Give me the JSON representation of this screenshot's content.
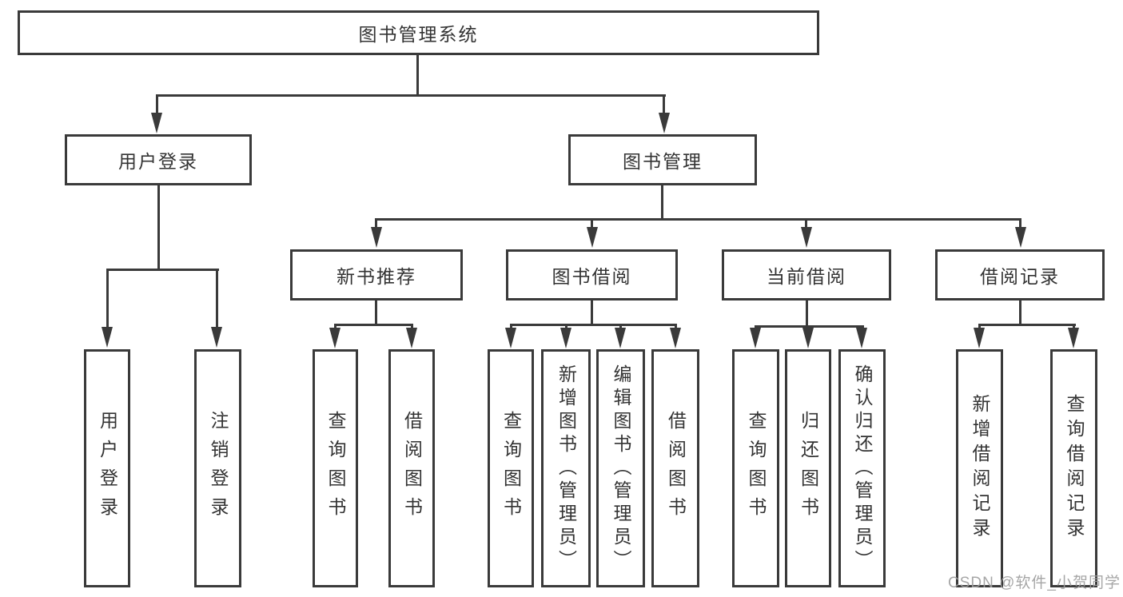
{
  "tree": {
    "root": {
      "label": "图书管理系统"
    },
    "children": [
      {
        "label": "用户登录",
        "children": [
          {
            "label": "用户登录"
          },
          {
            "label": "注销登录"
          }
        ]
      },
      {
        "label": "图书管理",
        "children": [
          {
            "label": "新书推荐",
            "children": [
              {
                "label": "查询图书"
              },
              {
                "label": "借阅图书"
              }
            ]
          },
          {
            "label": "图书借阅",
            "children": [
              {
                "label": "查询图书"
              },
              {
                "label": "新增图书（管理员）"
              },
              {
                "label": "编辑图书（管理员）"
              },
              {
                "label": "借阅图书"
              }
            ]
          },
          {
            "label": "当前借阅",
            "children": [
              {
                "label": "查询图书"
              },
              {
                "label": "归还图书"
              },
              {
                "label": "确认归还（管理员）"
              }
            ]
          },
          {
            "label": "借阅记录",
            "children": [
              {
                "label": "新增借阅记录"
              },
              {
                "label": "查询借阅记录"
              }
            ]
          }
        ]
      }
    ]
  },
  "watermark": {
    "text": "CSDN @软件_小贺同学"
  },
  "colors": {
    "line": "#3a3a3a",
    "text": "#333333",
    "background": "#ffffff",
    "watermark": "#9e9e9e"
  }
}
